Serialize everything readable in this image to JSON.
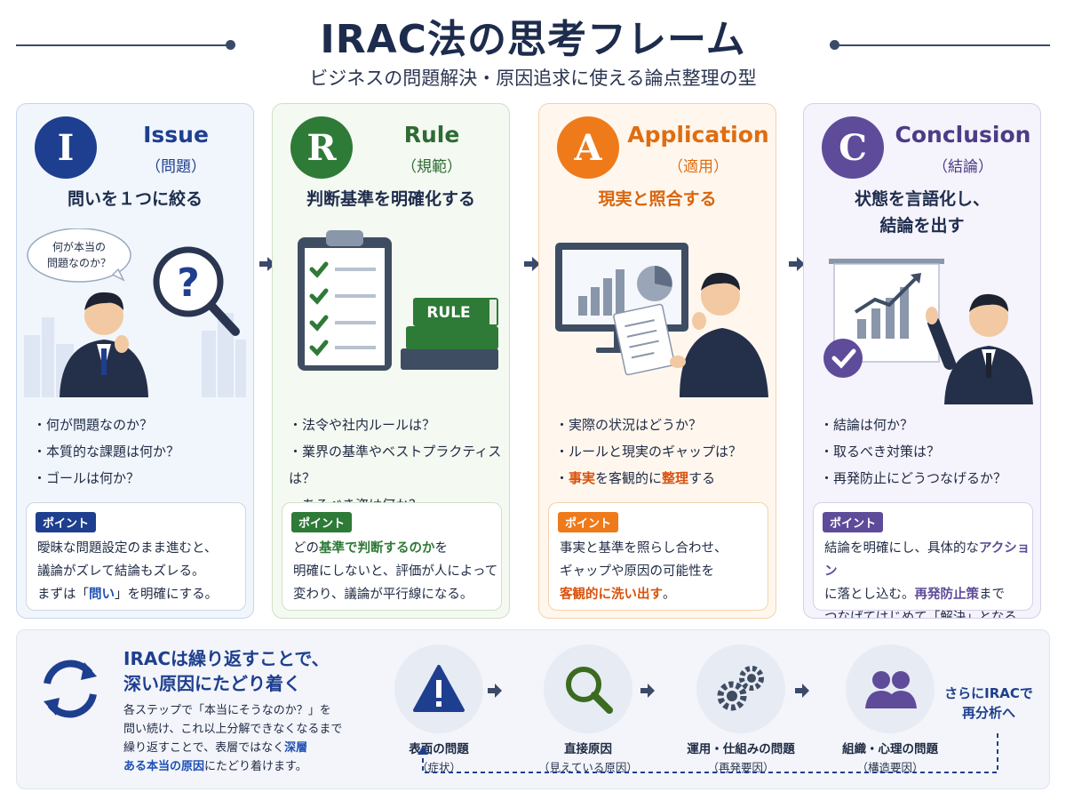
{
  "header": {
    "title": "IRAC法の思考フレーム",
    "subtitle": "ビジネスの問題解決・原因追求に使える論点整理の型"
  },
  "cards": [
    {
      "letter": "I",
      "name": "Issue",
      "jp": "（問題）",
      "tagline": "問いを１つに絞る",
      "bubble": "何が本当の\n問題なのか？",
      "bullets": [
        "何が問題なのか？",
        "本質的な課題は何か？",
        "ゴールは何か？"
      ],
      "point_label": "ポイント",
      "point": {
        "line1": "曖昧な問題設定のまま進むと、",
        "line2": "議論がズレて結論もズレる。",
        "line3_pre": "まずは「",
        "line3_hl": "問い",
        "line3_post": "」を明確にする。"
      }
    },
    {
      "letter": "R",
      "name": "Rule",
      "jp": "（規範）",
      "tagline": "判断基準を明確化する",
      "book_label": "RULE",
      "bullets": [
        "法令や社内ルールは？",
        "業界の基準やベストプラクティスは？",
        "あるべき姿は何か？"
      ],
      "point_label": "ポイント",
      "point": {
        "line1_pre": "どの",
        "line1_hl": "基準で判断するのか",
        "line1_post": "を",
        "line2": "明確にしないと、評価が人によって",
        "line3": "変わり、議論が平行線になる。"
      }
    },
    {
      "letter": "A",
      "name": "Application",
      "jp": "（適用）",
      "tagline": "現実と照合する",
      "bullets": [
        "実際の状況はどうか？",
        "ルールと現実のギャップは？"
      ],
      "bullet3": {
        "hl1": "事実",
        "mid": "を客観的に",
        "hl2": "整理",
        "post": "する"
      },
      "point_label": "ポイント",
      "point": {
        "line1": "事実と基準を照らし合わせ、",
        "line2": "ギャップや原因の可能性を",
        "line3_hl": "客観的に洗い出す",
        "line3_post": "。"
      }
    },
    {
      "letter": "C",
      "name": "Conclusion",
      "jp": "（結論）",
      "tagline": "状態を言語化し、\n結論を出す",
      "bullets": [
        "結論は何か？",
        "取るべき対策は？",
        "再発防止にどうつなげるか？"
      ],
      "point_label": "ポイント",
      "point": {
        "line1_pre": "結論を明確にし、具体的な",
        "line1_hl": "アクション",
        "line2_pre": "に落とし込む。",
        "line2_hl": "再発防止策",
        "line2_post": "まで",
        "line3": "つなげてはじめて「解決」となる。"
      }
    }
  ],
  "bottom": {
    "heading_line1": "IRACは繰り返すことで、",
    "heading_line2": "深い原因にたどり着く",
    "desc_line1": "各ステップで「本当にそうなのか？」を",
    "desc_line2": "問い続け、これ以上分解できなくなるまで",
    "desc_line3_pre": "繰り返すことで、表層ではなく",
    "desc_line3_hl": "深層",
    "desc_line4_hl": "ある本当の原因",
    "desc_line4_post": "にたどり着けます。",
    "steps": [
      {
        "label": "表面の問題",
        "sub": "（症状）",
        "icon": "warning-icon"
      },
      {
        "label": "直接原因",
        "sub": "（見えている原因）",
        "icon": "magnifier-icon"
      },
      {
        "label": "運用・仕組みの問題",
        "sub": "（再発要因）",
        "icon": "gears-icon"
      },
      {
        "label": "組織・心理の問題",
        "sub": "（構造要因）",
        "icon": "people-icon"
      }
    ],
    "reanalyze_line1": "さらにIRACで",
    "reanalyze_line2": "再分析へ"
  },
  "colors": {
    "issue": "#1e3f8f",
    "rule": "#2e7a37",
    "application": "#ef7a1a",
    "conclusion": "#5e4b9a",
    "navy": "#1d2c4d"
  }
}
